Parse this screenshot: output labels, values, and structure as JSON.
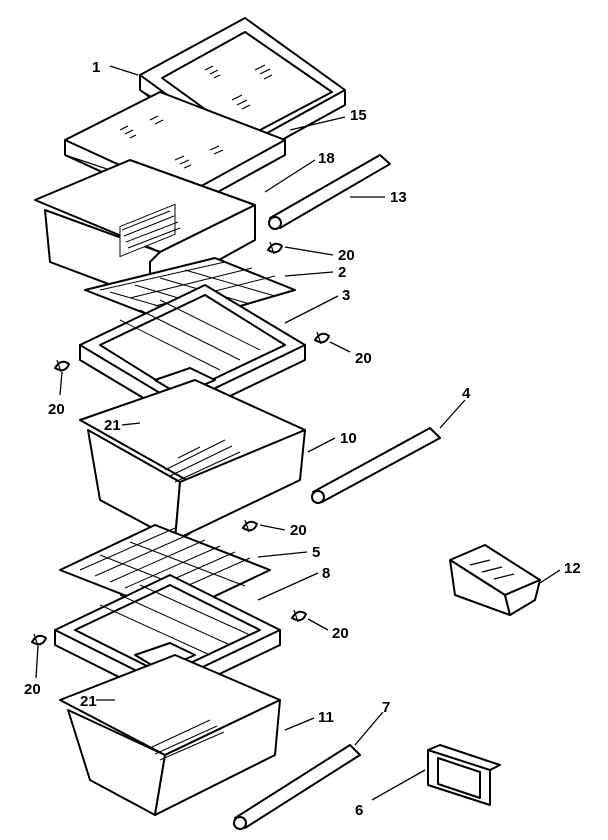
{
  "diagram": {
    "parts": [
      {
        "id": "glass-shelf-upper",
        "callout": "1"
      },
      {
        "id": "shelf-frame-upper",
        "callout": "15"
      },
      {
        "id": "crisper-cover",
        "callout": "18"
      },
      {
        "id": "rail-upper",
        "callout": "13"
      },
      {
        "id": "screw-a",
        "callout": "20"
      },
      {
        "id": "cover-grille-upper",
        "callout": "2"
      },
      {
        "id": "cover-frame-upper",
        "callout": "3"
      },
      {
        "id": "screw-b",
        "callout": "20"
      },
      {
        "id": "screw-c",
        "callout": "20"
      },
      {
        "id": "humidity-slide-upper",
        "callout": "21"
      },
      {
        "id": "crisper-pan-upper",
        "callout": "10"
      },
      {
        "id": "rail-middle",
        "callout": "4"
      },
      {
        "id": "screw-d",
        "callout": "20"
      },
      {
        "id": "cover-grille-lower",
        "callout": "5"
      },
      {
        "id": "cover-frame-lower",
        "callout": "8"
      },
      {
        "id": "screw-e",
        "callout": "20"
      },
      {
        "id": "screw-f",
        "callout": "20"
      },
      {
        "id": "humidity-slide-lower",
        "callout": "21"
      },
      {
        "id": "crisper-pan-lower",
        "callout": "11"
      },
      {
        "id": "rail-lower",
        "callout": "7"
      },
      {
        "id": "bracket",
        "callout": "6"
      },
      {
        "id": "bin",
        "callout": "12"
      }
    ]
  }
}
